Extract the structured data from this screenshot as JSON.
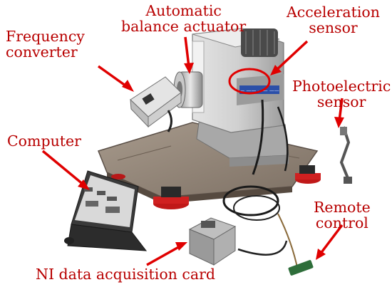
{
  "colors": {
    "label_text": "#b80000",
    "arrow": "#e00000",
    "callout_circle": "#e00000"
  },
  "labels": {
    "actuator": {
      "line1": "Automatic",
      "line2": "balance actuator"
    },
    "acceleration": {
      "line1": "Acceleration",
      "line2": "sensor"
    },
    "frequency": {
      "line1": "Frequency",
      "line2": "converter"
    },
    "photoelectric": {
      "line1": "Photoelectric",
      "line2": "sensor"
    },
    "computer": {
      "line1": "Computer"
    },
    "remote": {
      "line1": "Remote",
      "line2": "control"
    },
    "ni_card": {
      "line1": "NI data acquisition card"
    }
  },
  "photo_plate_text": "— ——  —— ——"
}
